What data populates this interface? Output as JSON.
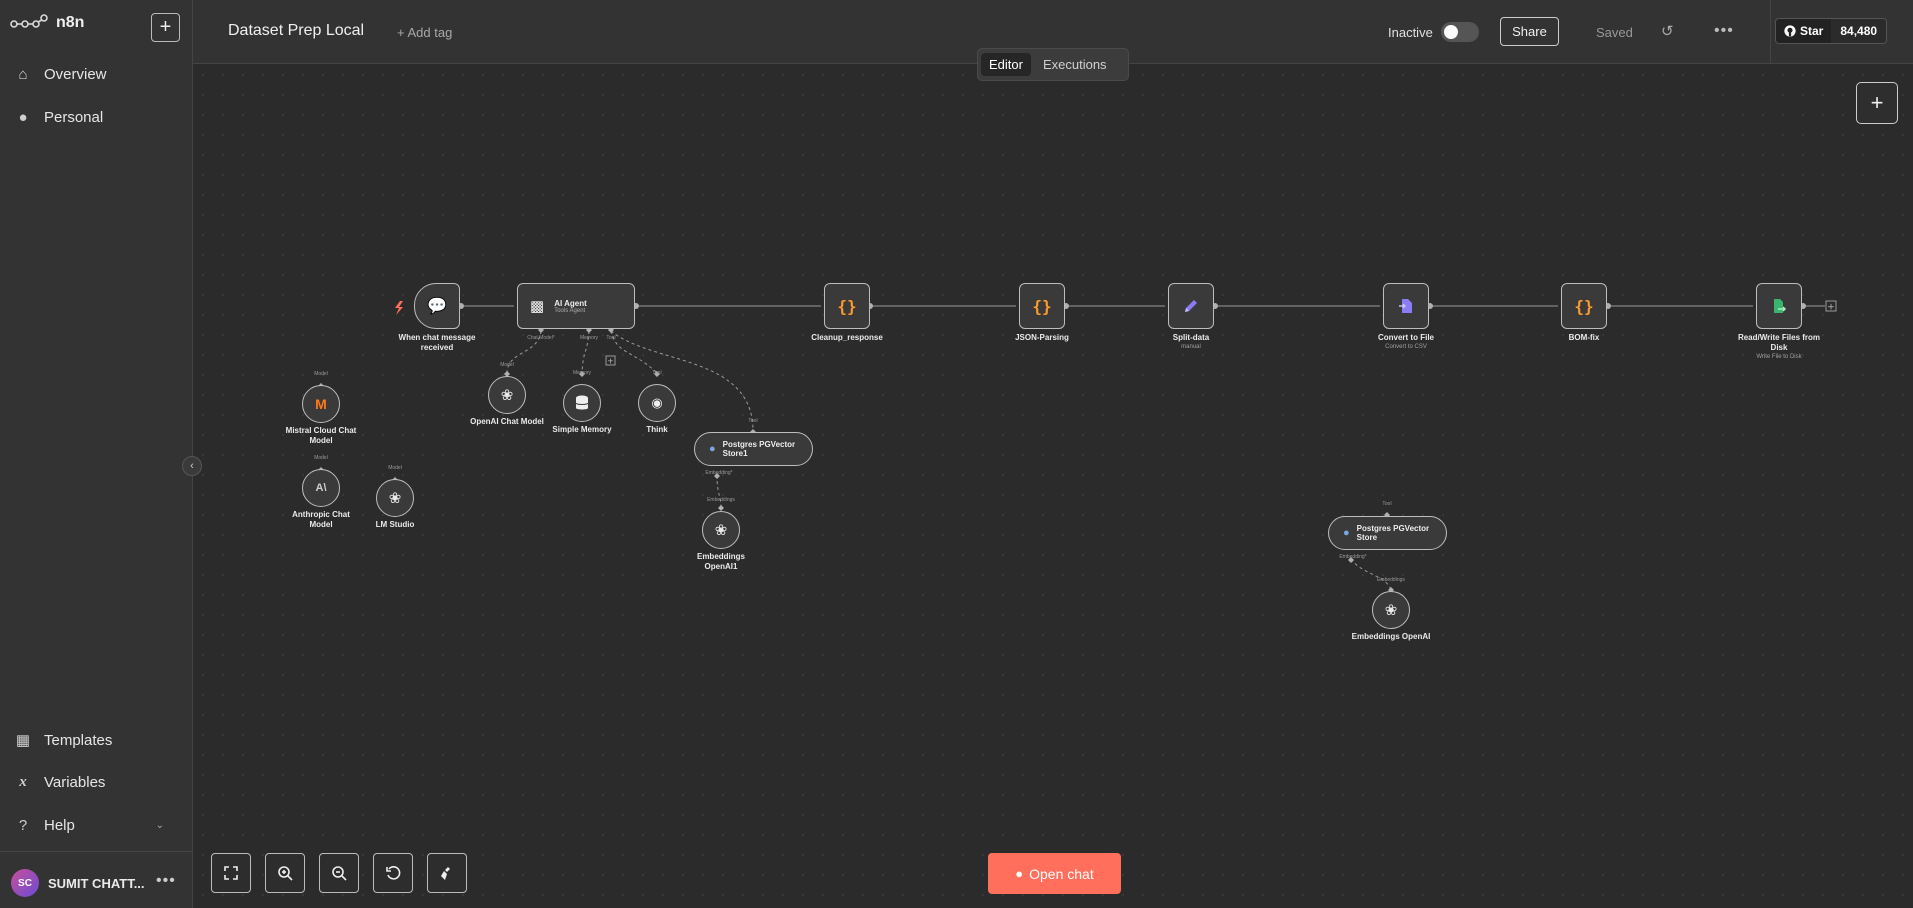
{
  "brand": {
    "name": "n8n"
  },
  "sidebar": {
    "items": [
      {
        "label": "Overview",
        "icon": "home-icon"
      },
      {
        "label": "Personal",
        "icon": "user-icon"
      },
      {
        "label": "Templates",
        "icon": "box-icon"
      },
      {
        "label": "Variables",
        "icon": "variable-icon"
      },
      {
        "label": "Help",
        "icon": "question-icon"
      }
    ],
    "user": {
      "initials": "SC",
      "name": "SUMIT CHATT..."
    }
  },
  "header": {
    "workflow_name": "Dataset Prep Local",
    "add_tag": "+ Add tag",
    "status_label": "Inactive",
    "share_label": "Share",
    "saved_label": "Saved",
    "github": {
      "star_label": "Star",
      "count": "84,480"
    }
  },
  "tabs": [
    {
      "label": "Editor",
      "active": true
    },
    {
      "label": "Executions",
      "active": false
    }
  ],
  "nodes": {
    "trigger": {
      "label_line1": "When chat message",
      "label_line2": "received"
    },
    "agent": {
      "title": "AI Agent",
      "subtitle": "Tools Agent",
      "port_chat": "Chat Model*",
      "port_memory": "Memory",
      "port_tool": "Tool"
    },
    "cleanup": {
      "label": "Cleanup_response"
    },
    "json_parsing": {
      "label": "JSON-Parsing"
    },
    "split": {
      "label": "Split-data",
      "sub": "manual"
    },
    "convert": {
      "label": "Convert to File",
      "sub": "Convert to CSV"
    },
    "bom": {
      "label": "BOM-fix"
    },
    "readwrite": {
      "label_line1": "Read/Write Files from",
      "label_line2": "Disk",
      "sub": "Write File to Disk"
    },
    "openai_chat": {
      "label": "OpenAI Chat Model",
      "port": "Model"
    },
    "memory": {
      "label": "Simple Memory",
      "port": "Memory"
    },
    "think": {
      "label": "Think",
      "port": "Tool"
    },
    "pg1": {
      "title_line1": "Postgres PGVector",
      "title_line2": "Store1",
      "port_tool": "Tool",
      "port_emb": "Embedding*"
    },
    "emb1": {
      "label_line1": "Embeddings",
      "label_line2": "OpenAI1",
      "port": "Embeddings"
    },
    "mistral": {
      "label_line1": "Mistral Cloud Chat",
      "label_line2": "Model",
      "port": "Model"
    },
    "anthropic": {
      "label_line1": "Anthropic Chat",
      "label_line2": "Model",
      "port": "Model"
    },
    "lmstudio": {
      "label": "LM Studio",
      "port": "Model"
    },
    "pg2": {
      "title_line1": "Postgres PGVector",
      "title_line2": "Store",
      "port_tool": "Tool",
      "port_emb": "Embedding*"
    },
    "emb2": {
      "label": "Embeddings OpenAI",
      "port": "Embeddings"
    }
  },
  "canvas_controls": [
    {
      "name": "fit-view-button",
      "icon": "expand-icon"
    },
    {
      "name": "zoom-in-button",
      "icon": "zoom-in-icon"
    },
    {
      "name": "zoom-out-button",
      "icon": "zoom-out-icon"
    },
    {
      "name": "reset-zoom-button",
      "icon": "undo-icon"
    },
    {
      "name": "tidy-up-button",
      "icon": "broom-icon"
    }
  ],
  "open_chat_label": "Open chat",
  "colors": {
    "accent": "#ff6f5c",
    "code_brace": "#ff9b2d",
    "node_border": "#bdbdbd"
  }
}
